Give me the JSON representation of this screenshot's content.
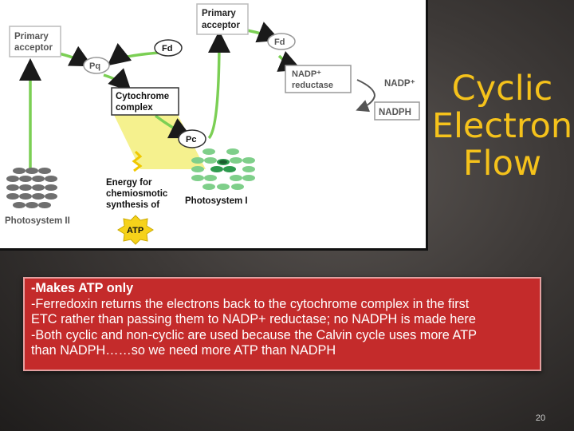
{
  "slide": {
    "title_lines": [
      "Cyclic",
      "Electron",
      "Flow"
    ],
    "notes": [
      "-Makes ATP only",
      "-Ferredoxin returns the electrons back to the cytochrome complex in the first",
      "ETC rather than passing them to NADP+ reductase; no NADPH is made here",
      "-Both cyclic and non-cyclic are used because the Calvin cycle uses more ATP",
      "than NADPH……so we need more ATP than NADPH"
    ],
    "page_number": "20",
    "colors": {
      "title": "#f5c21b",
      "notes_box": "#c42b2b",
      "arrows": "#7bcf54",
      "cytochrome_light": "#f3ef7a",
      "photosystem_ii": "#6f6f6f",
      "photosystem_i": "#3ea75a"
    }
  },
  "diagram": {
    "primary_acceptor_left": [
      "Primary",
      "acceptor"
    ],
    "primary_acceptor_top": [
      "Primary",
      "acceptor"
    ],
    "fd_left": "Fd",
    "fd_right": "Fd",
    "pq": "Pq",
    "cytochrome": [
      "Cytochrome",
      "complex"
    ],
    "pc": "Pc",
    "nadp_reductase": [
      "NADP⁺",
      "reductase"
    ],
    "nadp_plus": "NADP⁺",
    "nadph": "NADPH",
    "energy_text": [
      "Energy for",
      "chemiosmotic",
      "synthesis of"
    ],
    "atp": "ATP",
    "photosystem_i": "Photosystem I",
    "photosystem_ii": "Photosystem II"
  }
}
